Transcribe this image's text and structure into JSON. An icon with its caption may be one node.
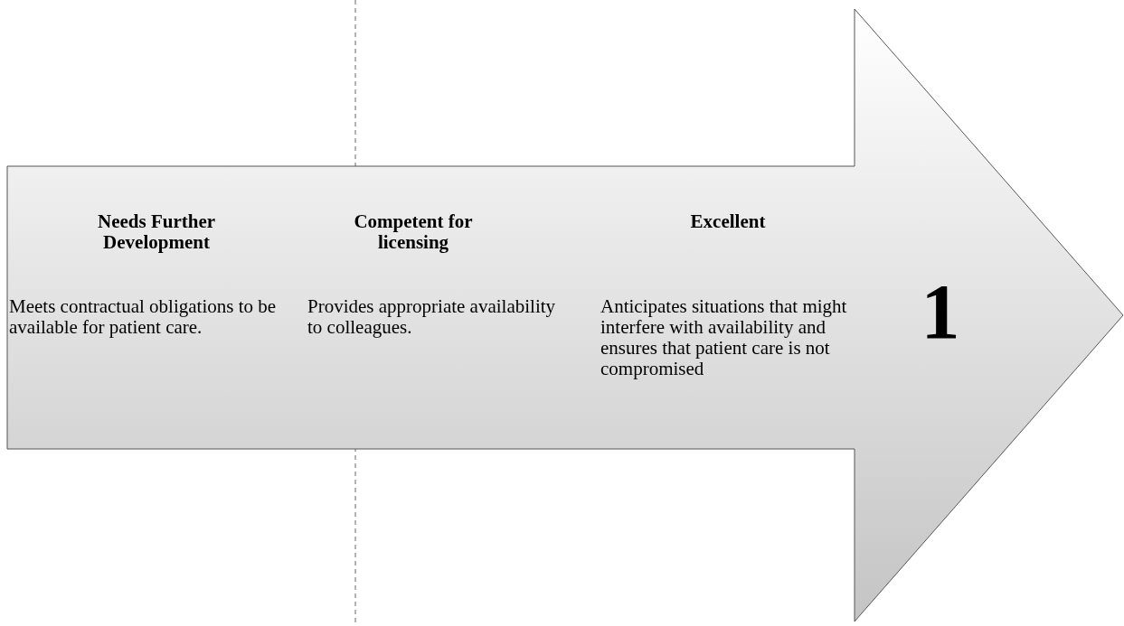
{
  "diagram": {
    "nodes": [
      {
        "text": [
          "Needs Further Development",
          "Meets contractual obligations to be available for patient care.",
          "Competent for licensing",
          "Provides appropriate availability to colleagues.",
          "Excellent",
          "Anticipates situations that might interfere with availability and ensures that patient care is not compromised",
          "1"
        ]
      }
    ]
  }
}
